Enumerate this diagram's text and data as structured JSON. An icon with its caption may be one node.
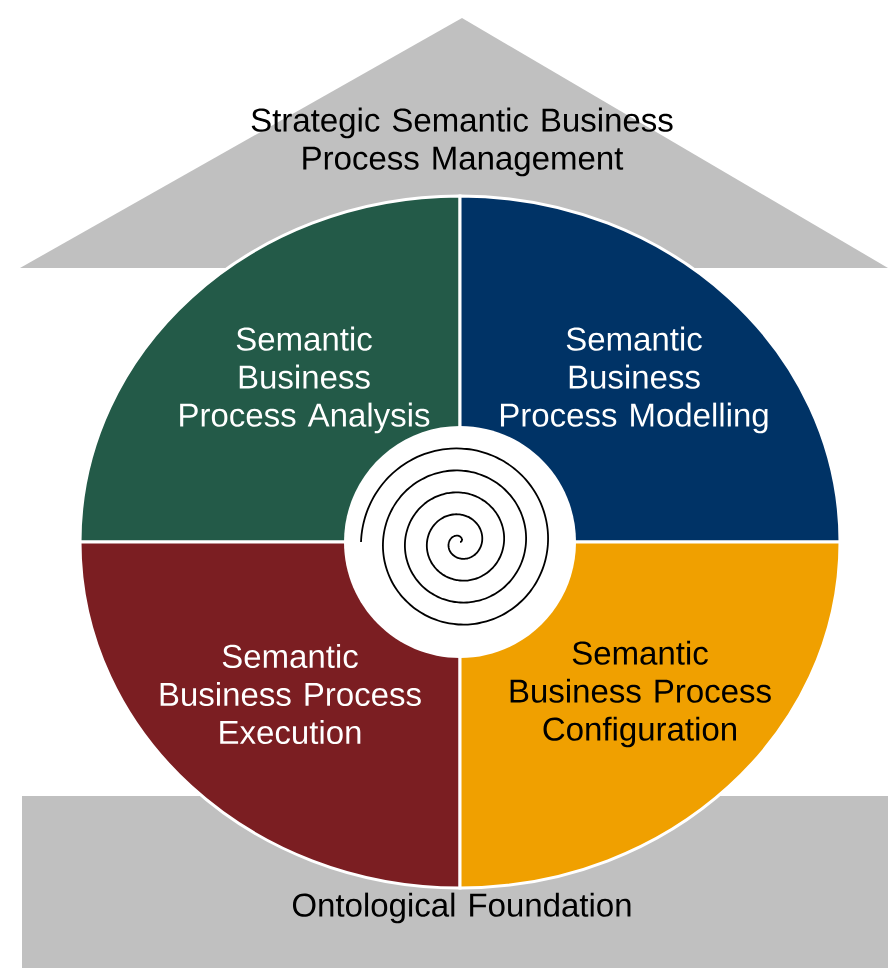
{
  "diagram": {
    "nodes": [
      {
        "text": [
          "Strategic Semantic Business Process Management"
        ]
      },
      {
        "text": [
          "Semantic Business Process Analysis"
        ]
      },
      {
        "text": [
          "Semantic Business Process Modelling"
        ]
      },
      {
        "text": [
          "Semantic Business Process Execution"
        ]
      },
      {
        "text": [
          "Semantic Business Process Configuration"
        ]
      },
      {
        "text": [
          "Ontological Foundation"
        ]
      }
    ]
  }
}
